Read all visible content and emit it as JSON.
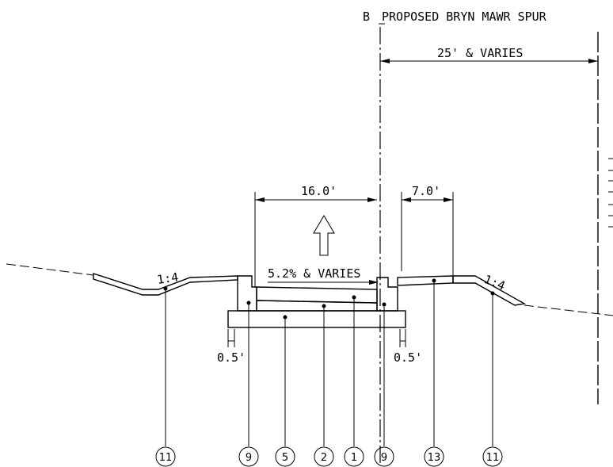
{
  "centerline": {
    "label": "PROPOSED BRYN MAWR SPUR"
  },
  "dimensions": {
    "right_width": "25' & VARIES",
    "pavement_width": "16.0'",
    "sidewalk_width": "7.0'",
    "left_offset": "0.5'",
    "right_offset": "0.5'"
  },
  "slope": {
    "cross_slope": "5.2% & VARIES",
    "left_side": "1:4",
    "right_side": "1:4"
  },
  "callouts": [
    "11",
    "9",
    "5",
    "2",
    "1",
    "9",
    "13",
    "11"
  ]
}
